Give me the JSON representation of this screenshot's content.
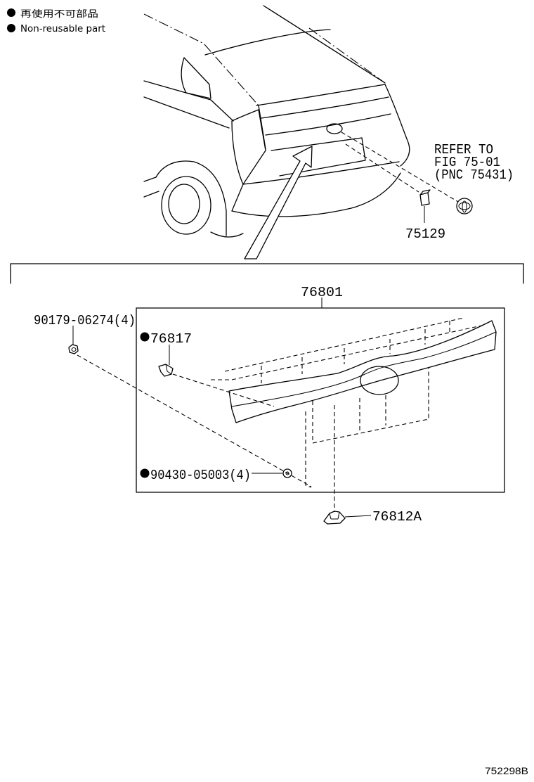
{
  "legend": {
    "items": [
      {
        "label": "再使用不可部品"
      },
      {
        "label": "Non-reusable part"
      }
    ]
  },
  "reference": {
    "line1": "REFER TO",
    "line2": "FIG 75-01",
    "line3": "(PNC 75431)"
  },
  "parts": {
    "p75129": "75129",
    "p76801": "76801",
    "p90179": "90179-06274(4)",
    "p76817": "76817",
    "p90430": "90430-05003(4)",
    "p76812a": "76812A"
  },
  "illustration_id": "752298B",
  "colors": {
    "line": "#000000",
    "background": "#ffffff"
  }
}
